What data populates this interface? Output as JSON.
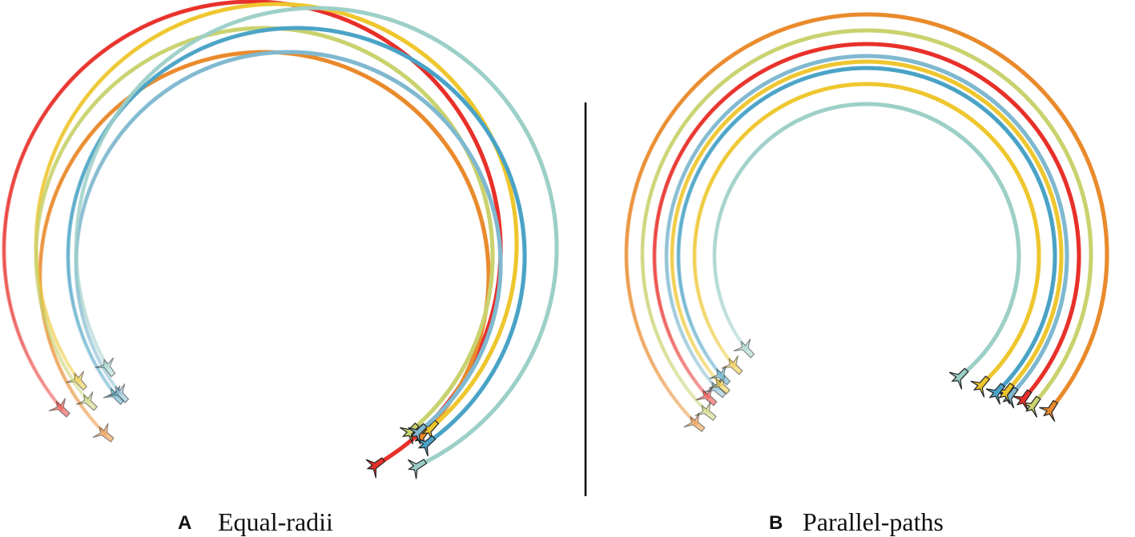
{
  "panels": [
    {
      "letter": "A",
      "title": "Equal-radii",
      "paths": [
        {
          "color": "#e8302a"
        },
        {
          "color": "#e98a2c"
        },
        {
          "color": "#eec62e"
        },
        {
          "color": "#c9d26e"
        },
        {
          "color": "#4aa3c6"
        },
        {
          "color": "#7fb8cf"
        },
        {
          "color": "#9ccfc8"
        }
      ]
    },
    {
      "letter": "B",
      "title": "Parallel-paths",
      "paths": [
        {
          "color": "#e98a2c"
        },
        {
          "color": "#c9d26e"
        },
        {
          "color": "#e8302a"
        },
        {
          "color": "#7fb8cf"
        },
        {
          "color": "#eec62e"
        },
        {
          "color": "#4aa3c6"
        },
        {
          "color": "#eec62e"
        },
        {
          "color": "#9ccfc8"
        }
      ]
    }
  ],
  "divider_color": "#000000",
  "icon": "bird-icon"
}
